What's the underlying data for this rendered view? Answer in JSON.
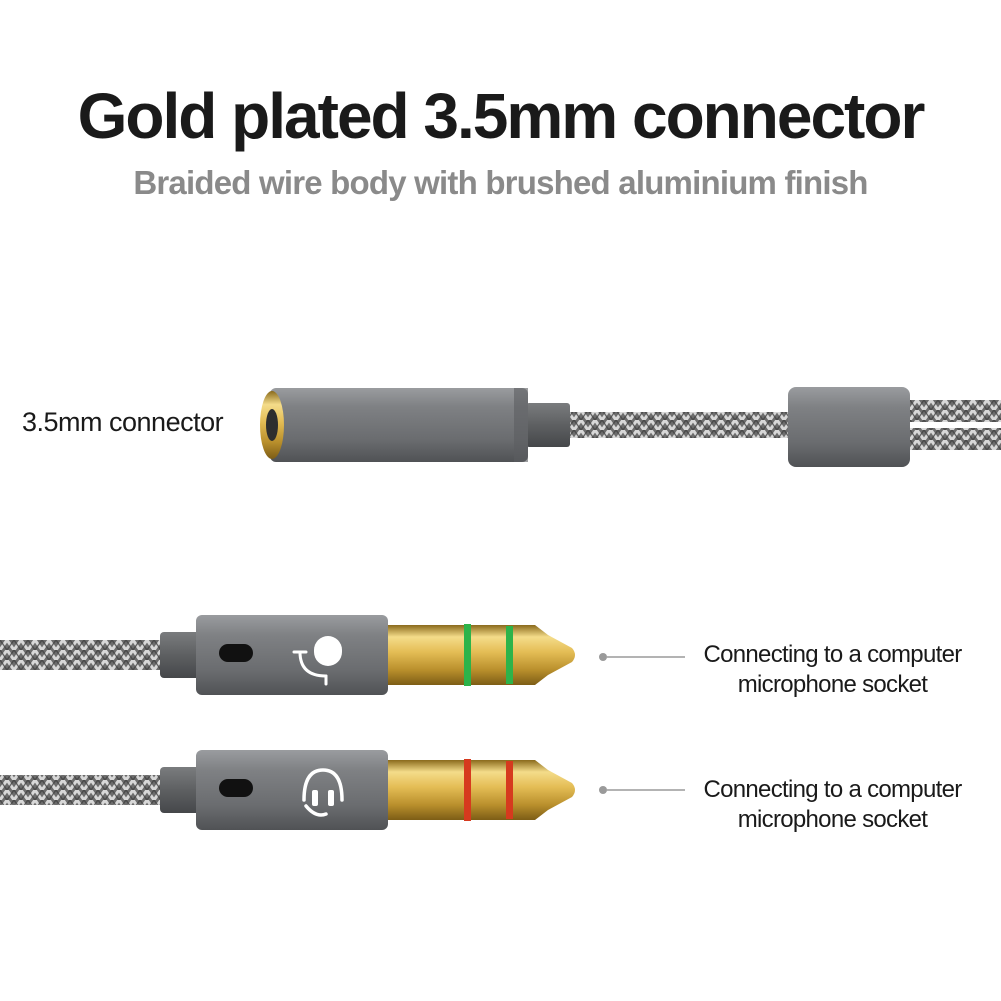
{
  "header": {
    "title": "Gold plated 3.5mm connector",
    "subtitle": "Braided wire body with brushed aluminium finish"
  },
  "female_connector": {
    "label": "3.5mm connector"
  },
  "plugs": [
    {
      "icon": "microphone-icon",
      "ring_color": "#2db34a",
      "label_line1": "Connecting to a computer",
      "label_line2": "microphone socket"
    },
    {
      "icon": "headphone-icon",
      "ring_color": "#d63a1e",
      "label_line1": "Connecting to a computer",
      "label_line2": "microphone socket"
    }
  ],
  "colors": {
    "housing": "#75777a",
    "gold": "#d9b24a",
    "braid": "#8e8e8e"
  }
}
